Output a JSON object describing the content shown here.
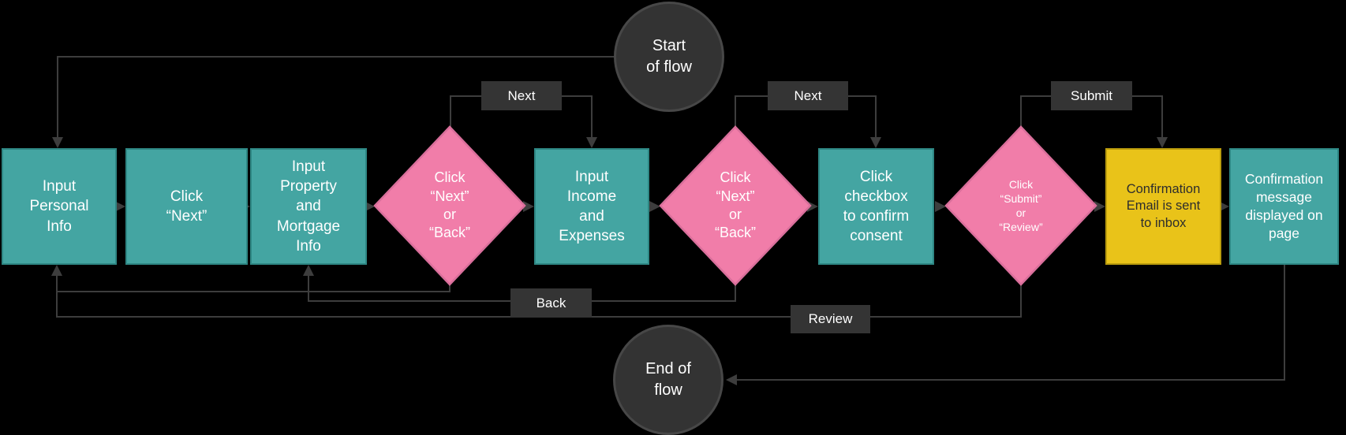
{
  "flowchart": {
    "start": {
      "label": "Start\nof flow"
    },
    "end": {
      "label": "End of\nflow"
    },
    "nodes": [
      {
        "id": "input-personal-info",
        "type": "process",
        "label": "Input\nPersonal\nInfo"
      },
      {
        "id": "click-next",
        "type": "process",
        "label": "Click\n“Next”"
      },
      {
        "id": "input-property-mortgage",
        "type": "process",
        "label": "Input\nProperty\nand\nMortgage\nInfo"
      },
      {
        "id": "decision-next-or-back-1",
        "type": "decision",
        "label": "Click\n“Next”\nor\n“Back”"
      },
      {
        "id": "input-income-expenses",
        "type": "process",
        "label": "Input\nIncome\nand\nExpenses"
      },
      {
        "id": "decision-next-or-back-2",
        "type": "decision",
        "label": "Click\n“Next”\nor\n“Back”"
      },
      {
        "id": "click-checkbox-consent",
        "type": "process",
        "label": "Click\ncheckbox\nto confirm\nconsent"
      },
      {
        "id": "decision-submit-or-review",
        "type": "decision",
        "label": "Click\n“Submit”\nor\n“Review”"
      },
      {
        "id": "confirmation-email",
        "type": "email",
        "label": "Confirmation\nEmail is sent\nto inbox"
      },
      {
        "id": "confirmation-message",
        "type": "process",
        "label": "Confirmation\nmessage\ndisplayed on\npage"
      }
    ],
    "edge_labels": [
      {
        "id": "next-1",
        "label": "Next"
      },
      {
        "id": "next-2",
        "label": "Next"
      },
      {
        "id": "submit",
        "label": "Submit"
      },
      {
        "id": "back",
        "label": "Back"
      },
      {
        "id": "review",
        "label": "Review"
      }
    ],
    "colors": {
      "background": "#000000",
      "process_fill": "#44A5A2",
      "process_border": "#2E8784",
      "decision_fill": "#F17DA9",
      "decision_border": "#D96F9B",
      "email_fill": "#E9C319",
      "email_border": "#BA9C0D",
      "terminal_fill": "#333333",
      "terminal_border": "#474747",
      "edge_label_fill": "#343434",
      "connector": "#3D3D3D",
      "text_light": "#FFFFFF",
      "text_dark": "#2D2D2D"
    }
  }
}
